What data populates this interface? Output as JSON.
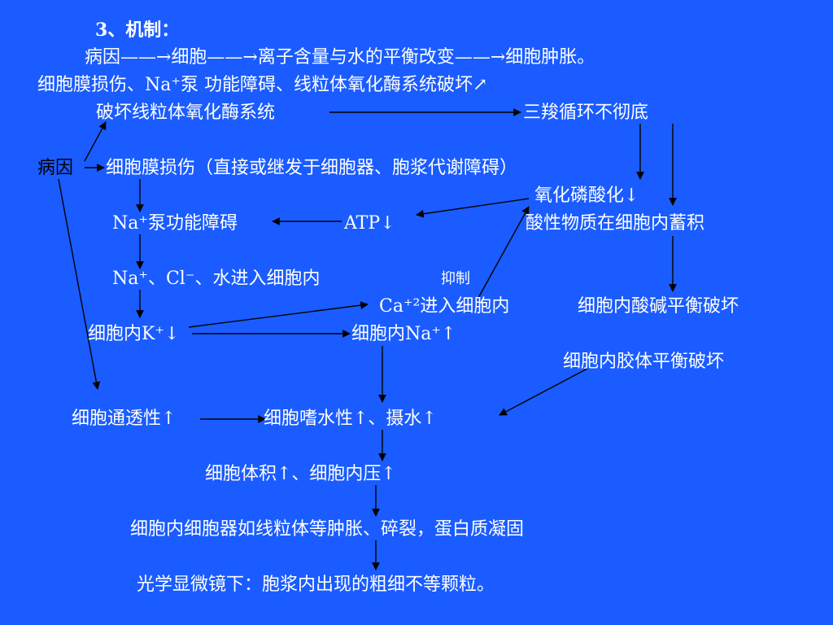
{
  "slide": {
    "title": "3、机制：",
    "summary_line": "病因——→细胞——→离子含量与水的平衡改变——→细胞肿胀。",
    "damage_line": "细胞膜损伤、Na⁺泵 功能障碍、线粒体氧化酶系统破坏↗",
    "mito_damage": "破坏线粒体氧化酶系统",
    "tca_incomplete": "三羧循环不彻底",
    "cause": "病因",
    "membrane_injury": "细胞膜损伤（直接或继发于细胞器、胞浆代谢障碍）",
    "oxphos_down": "氧化磷酸化↓",
    "na_pump_failure": "Na⁺泵功能障碍",
    "atp_down": "ATP↓",
    "acid_accumulate": "酸性物质在细胞内蓄积",
    "ion_influx": "Na⁺、Cl⁻、水进入细胞内",
    "inhibit": "抑制",
    "ca_influx": "Ca⁺²进入细胞内",
    "acid_base_broken": "细胞内酸碱平衡破坏",
    "k_down": "细胞内K⁺↓",
    "na_up": "细胞内Na⁺↑",
    "colloid_broken": "细胞内胶体平衡破坏",
    "permeability_up": "细胞通透性↑",
    "hydrophilic_up": "细胞嗜水性↑、摄水↑",
    "volume_up": "细胞体积↑、细胞内压↑",
    "organelle_swell": "细胞内细胞器如线粒体等肿胀、碎裂，蛋白质凝固",
    "micro_view": "光学显微镜下：胞浆内出现的粗细不等颗粒。"
  },
  "colors": {
    "background": "#1a5cff",
    "text": "#ffffff",
    "cause_text": "#000000",
    "arrow": "#000000"
  }
}
